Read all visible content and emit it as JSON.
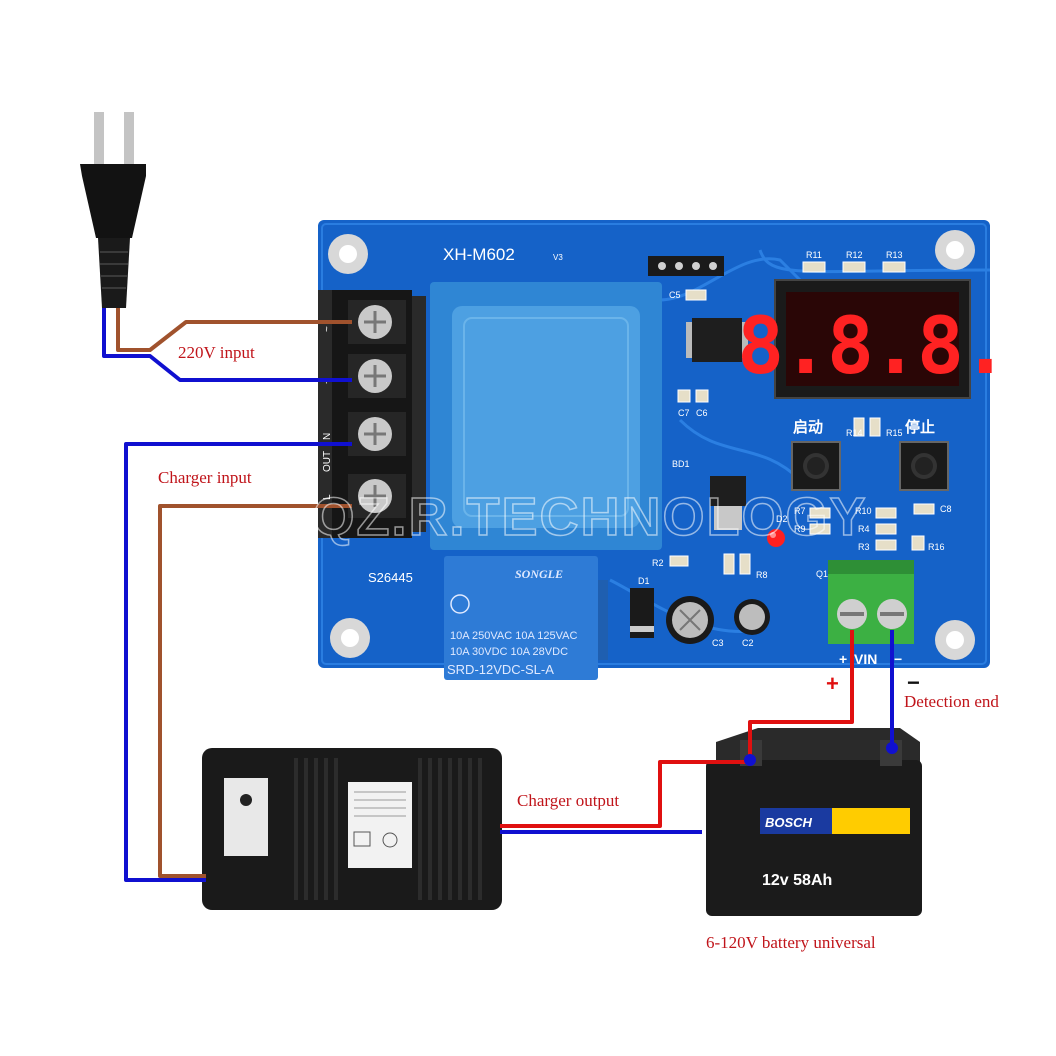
{
  "board": {
    "model": "XH-M602",
    "version": "V3",
    "part_code": "S26445",
    "display_digits": "8.8.8.",
    "button_start": "启动",
    "button_stop": "停止",
    "vin_label": "VIN",
    "plus_sign": "+",
    "minus_sign": "−",
    "terminal_labels": [
      "~",
      "~",
      "N",
      "OUT",
      "L"
    ],
    "component_labels": [
      "R11",
      "R12",
      "R13",
      "C5",
      "C7",
      "C6",
      "BD1",
      "R2",
      "D1",
      "C3",
      "C2",
      "D2",
      "R7",
      "R9",
      "R10",
      "R4",
      "R3",
      "R16",
      "C8",
      "R8",
      "Q1",
      "R14",
      "R15"
    ]
  },
  "relay": {
    "brand": "SONGLE",
    "spec_line1": "10A 250VAC  10A 125VAC",
    "spec_line2": "10A  30VDC  10A  28VDC",
    "model": "SRD-12VDC-SL-A"
  },
  "battery": {
    "brand": "BOSCH",
    "rating": "12v 58Ah"
  },
  "labels": {
    "input_220v": "220V input",
    "charger_input": "Charger input",
    "charger_output": "Charger output",
    "detection_end": "Detection end",
    "battery_universal": "6-120V battery universal"
  },
  "watermark": "QZ.R.TECHNOLOGY",
  "colors": {
    "board_blue": "#1565c0",
    "wire_brown": "#a0522d",
    "wire_blue": "#1010d0",
    "wire_red": "#e01010",
    "label_red": "#c0141a",
    "relay_blue": "#2e7bd6",
    "transformer_blue": "#3d8fd6",
    "display_red": "#ff1a1a",
    "terminal_green": "#3cb043"
  }
}
